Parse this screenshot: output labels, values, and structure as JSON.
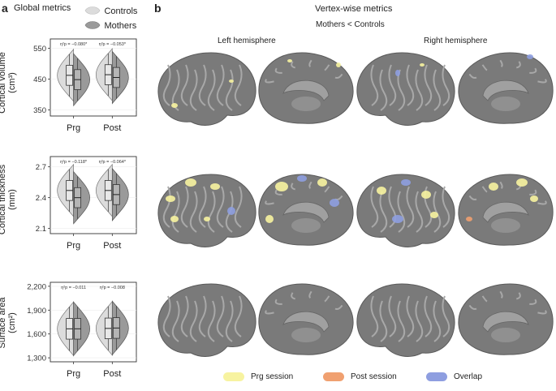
{
  "panel_a": {
    "letter": "a",
    "title": "Global metrics",
    "legend": [
      {
        "label": "Controls",
        "color": "#dcdcdc"
      },
      {
        "label": "Mothers",
        "color": "#9a9a9a"
      }
    ],
    "plots": [
      {
        "ylabel_line1": "Cortical volume",
        "ylabel_line2": "(cm³)",
        "ticks": [
          "550",
          "450",
          "350"
        ],
        "ylim": [
          330,
          580
        ],
        "sessions": [
          "Prg",
          "Post"
        ],
        "eta": [
          "η²p = −0.080*",
          "η²p = −0.053*"
        ],
        "controls_median": [
          462,
          464
        ],
        "mothers_median": [
          448,
          455
        ]
      },
      {
        "ylabel_line1": "Cortical thickness",
        "ylabel_line2": "(mm)",
        "ticks": [
          "2.7",
          "2.4",
          "2.1"
        ],
        "ylim": [
          2.05,
          2.8
        ],
        "sessions": [
          "Prg",
          "Post"
        ],
        "eta": [
          "η²p = −0.118*",
          "η²p = −0.064*"
        ],
        "controls_median": [
          2.47,
          2.47
        ],
        "mothers_median": [
          2.4,
          2.43
        ]
      },
      {
        "ylabel_line1": "Surface area",
        "ylabel_line2": "(cm²)",
        "ticks": [
          "2,200",
          "1,900",
          "1,600",
          "1,300"
        ],
        "ylim": [
          1250,
          2250
        ],
        "sessions": [
          "Prg",
          "Post"
        ],
        "eta": [
          "η²p = −0.011",
          "η²p = −0.008"
        ],
        "controls_median": [
          1665,
          1670
        ],
        "mothers_median": [
          1665,
          1675
        ]
      }
    ]
  },
  "panel_b": {
    "letter": "b",
    "title": "Vertex-wise metrics",
    "subtitle": "Mothers < Controls",
    "left_header": "Left hemisphere",
    "right_header": "Right hemisphere",
    "legend": [
      {
        "label": "Prg session",
        "color": "#f7f3a0"
      },
      {
        "label": "Post session",
        "color": "#f0a070"
      },
      {
        "label": "Overlap",
        "color": "#8e9ee0"
      }
    ]
  }
}
